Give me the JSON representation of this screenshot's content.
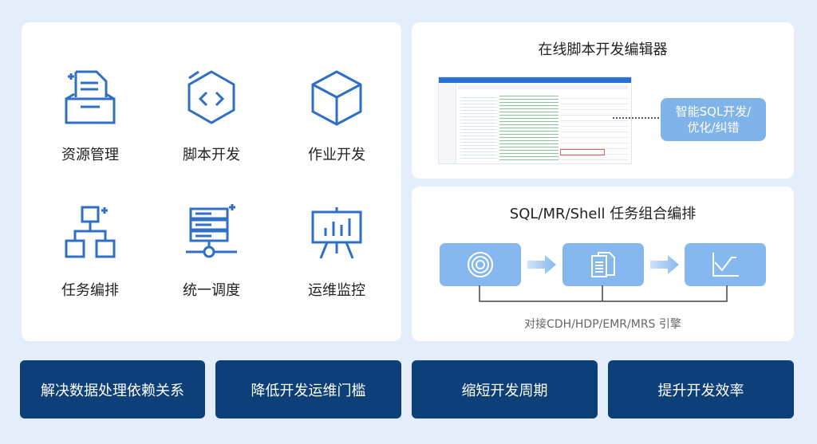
{
  "features": [
    {
      "label": "资源管理",
      "icon": "inbox-tray-icon"
    },
    {
      "label": "脚本开发",
      "icon": "code-hexagon-icon"
    },
    {
      "label": "作业开发",
      "icon": "cube-icon"
    },
    {
      "label": "任务编排",
      "icon": "org-chart-icon"
    },
    {
      "label": "统一调度",
      "icon": "server-stack-icon"
    },
    {
      "label": "运维监控",
      "icon": "presentation-chart-icon"
    }
  ],
  "editor": {
    "title": "在线脚本开发编辑器",
    "bubble_line1": "智能SQL开发/",
    "bubble_line2": "优化/纠错"
  },
  "orchestration": {
    "title": "SQL/MR/Shell 任务组合编排",
    "caption": "对接CDH/HDP/EMR/MRS 引擎"
  },
  "benefits": [
    "解决数据处理依赖关系",
    "降低开发运维门槛",
    "缩短开发周期",
    "提升开发效率"
  ],
  "colors": {
    "background": "#e4eefa",
    "navy": "#0d3f78",
    "icon_blue": "#2f6fc4",
    "flow_box": "#86b8ef"
  }
}
